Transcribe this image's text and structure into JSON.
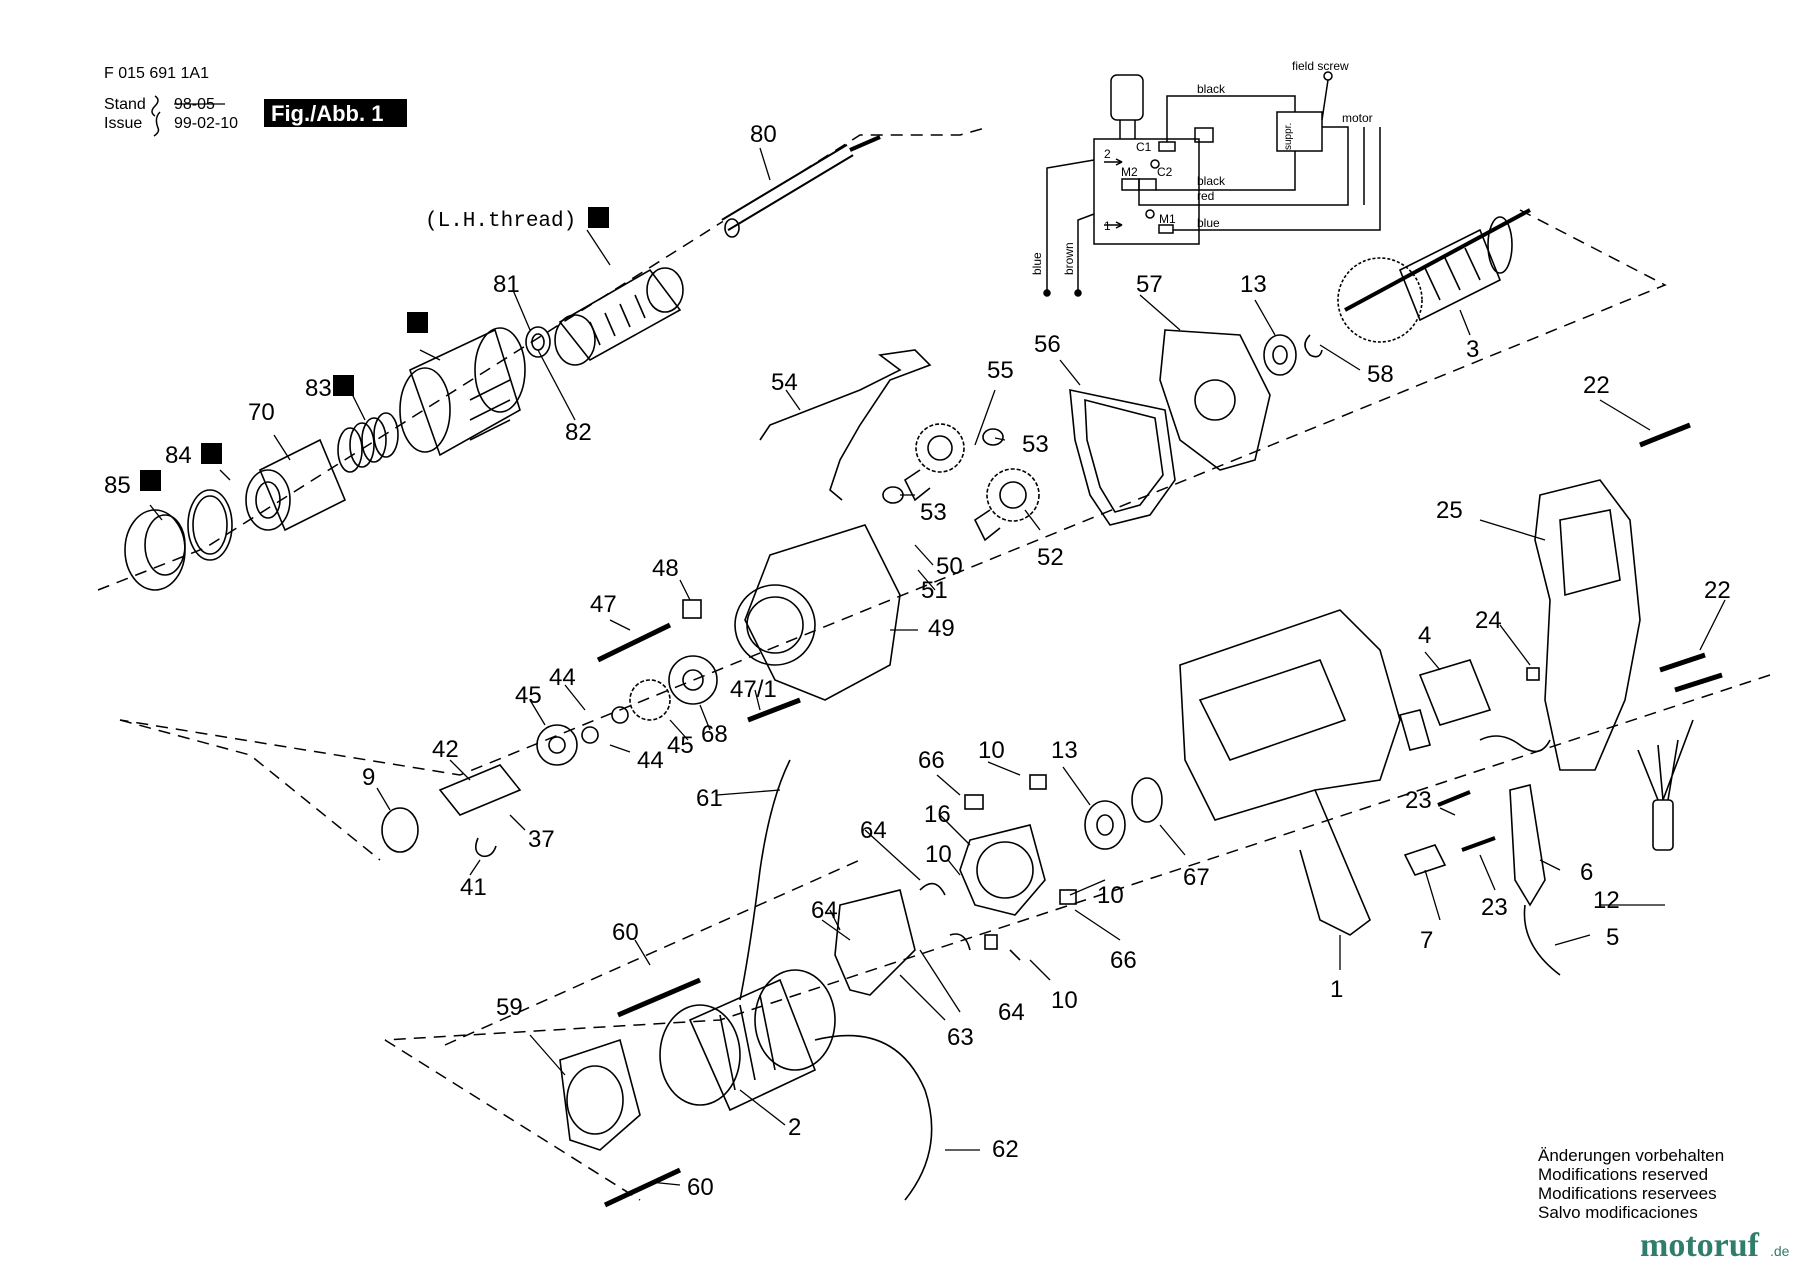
{
  "header": {
    "doc_number": "F 015 691 1A1",
    "stand_label": "Stand",
    "stand_value": "98-05",
    "issue_label": "Issue",
    "issue_value": "99-02-10",
    "figure_label": "Fig./Abb. 1"
  },
  "thread_note": "(L.H.thread)",
  "wiring": {
    "field_screw": "field screw",
    "motor": "motor",
    "black_top": "black",
    "black_mid": "black",
    "red": "red",
    "blue_right": "blue",
    "blue_vertical": "blue",
    "brown_vertical": "brown",
    "c1": "C1",
    "c2": "C2",
    "m1": "M1",
    "m2": "M2",
    "pin2": "2",
    "pin1": "1",
    "suppression": "suppr."
  },
  "parts": {
    "p80": "80",
    "p81": "81",
    "p82": "82",
    "p83": "83",
    "p84": "84",
    "p85": "85",
    "p70": "70",
    "p54": "54",
    "p55": "55",
    "p56": "56",
    "p57": "57",
    "p13a": "13",
    "p3": "3",
    "p58": "58",
    "p53a": "53",
    "p53b": "53",
    "p52": "52",
    "p50": "50",
    "p51": "51",
    "p48": "48",
    "p47": "47",
    "p49": "49",
    "p47_1": "47/1",
    "p45a": "45",
    "p44a": "44",
    "p44b": "44",
    "p45b": "45",
    "p68": "68",
    "p42": "42",
    "p9": "9",
    "p37": "37",
    "p41": "41",
    "p61": "61",
    "p66a": "66",
    "p10a": "10",
    "p13b": "13",
    "p64a": "64",
    "p16": "16",
    "p10b": "10",
    "p10c": "10",
    "p67": "67",
    "p66b": "66",
    "p64b": "64",
    "p60a": "60",
    "p64c": "64",
    "p10d": "10",
    "p63": "63",
    "p59": "59",
    "p2": "2",
    "p62": "62",
    "p60b": "60",
    "p22a": "22",
    "p25": "25",
    "p22b": "22",
    "p24": "24",
    "p4": "4",
    "p23a": "23",
    "p23b": "23",
    "p6": "6",
    "p12": "12",
    "p5": "5",
    "p7": "7",
    "p1": "1"
  },
  "footer_notes": [
    "Änderungen vorbehalten",
    "Modifications reserved",
    "Modifications reservees",
    "Salvo modificaciones"
  ],
  "logo": {
    "main": "motoruf",
    "suffix": ".de"
  }
}
